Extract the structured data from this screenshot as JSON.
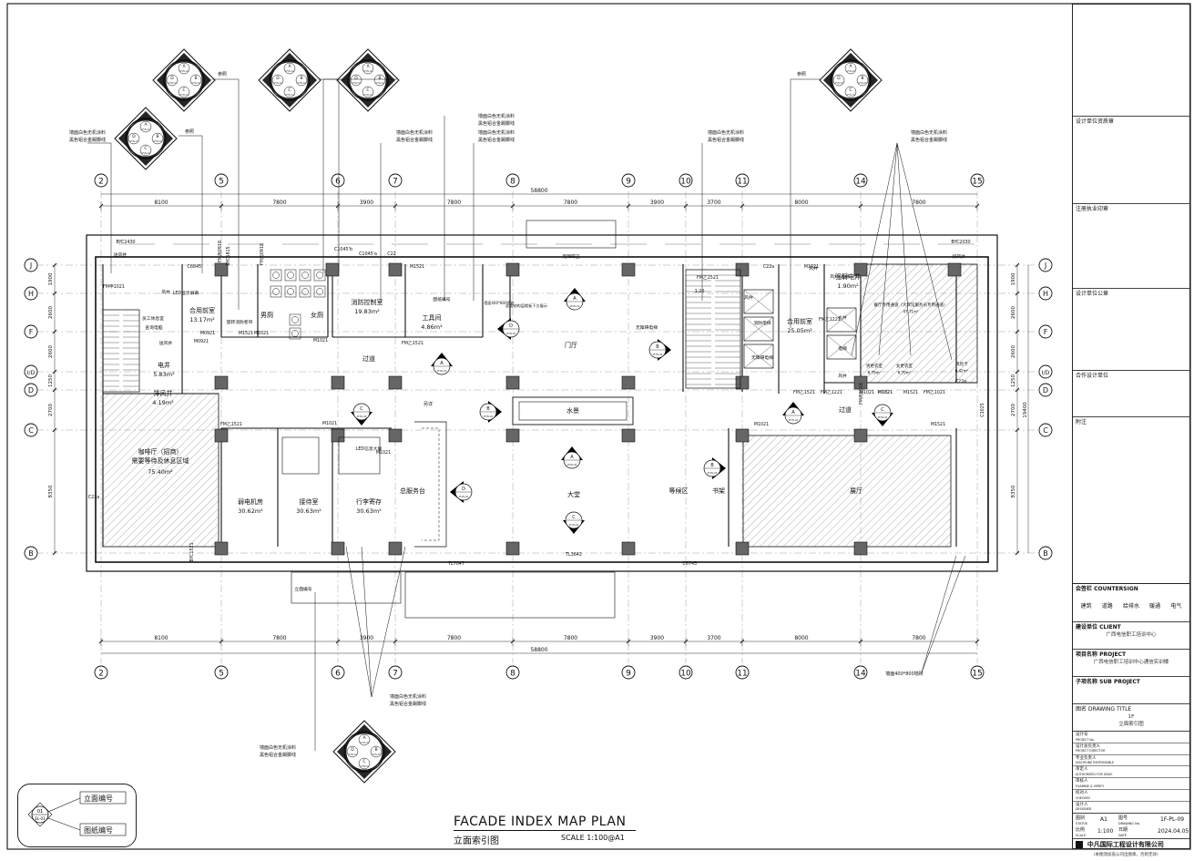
{
  "drawing": {
    "title_en": "FACADE INDEX MAP PLAN",
    "title_cn": "立面索引图",
    "scale": "SCALE 1:100@A1"
  },
  "grid_columns": [
    "2",
    "5",
    "6",
    "7",
    "8",
    "9",
    "10",
    "11",
    "14",
    "15"
  ],
  "grid_rows": [
    "J",
    "H",
    "F",
    "I/D",
    "D",
    "C",
    "B"
  ],
  "dims_top": [
    "8100",
    "7800",
    "3900",
    "7800",
    "7800",
    "3900",
    "3700",
    "8000",
    "7800"
  ],
  "dims_top_total": "58800",
  "dims_bottom": [
    "8100",
    "7800",
    "3900",
    "7800",
    "7800",
    "3900",
    "3700",
    "8000",
    "7800"
  ],
  "dims_bottom_total": "58800",
  "dims_left": [
    "1900",
    "2600",
    "2600",
    "1250",
    "2700",
    "8350"
  ],
  "dims_right": [
    "1900",
    "2600",
    "2600",
    "1250",
    "2700",
    "8350"
  ],
  "dims_right_total": "19400",
  "rooms": [
    {
      "name": "合用前室",
      "area": "13.17m²"
    },
    {
      "name": "男厕",
      "area": ""
    },
    {
      "name": "女厕",
      "area": ""
    },
    {
      "name": "消防控制室",
      "area": "19.83m²"
    },
    {
      "name": "工具间",
      "area": "4.86m²"
    },
    {
      "name": "门厅",
      "area": ""
    },
    {
      "name": "水景",
      "area": ""
    },
    {
      "name": "过道",
      "area": ""
    },
    {
      "name": "过道",
      "area": ""
    },
    {
      "name": "合用前室",
      "area": "25.05m²"
    },
    {
      "name": "餐厅专用通道（大宾馆服务员专用通道）",
      "area": "47.71m²"
    },
    {
      "name": "男更衣室",
      "area": "6.79m²"
    },
    {
      "name": "女更衣室",
      "area": "6.79m²"
    },
    {
      "name": "风险卡",
      "area": "6.42m²"
    },
    {
      "name": "咖啡厅（招商）需要等待及休息区域",
      "area": "75.40m²"
    },
    {
      "name": "弱电机房",
      "area": "30.62m²"
    },
    {
      "name": "接待室",
      "area": "30.63m²"
    },
    {
      "name": "行李寄存",
      "area": "30.63m²"
    },
    {
      "name": "总服务台",
      "area": ""
    },
    {
      "name": "大堂",
      "area": ""
    },
    {
      "name": "等候区",
      "area": ""
    },
    {
      "name": "书架",
      "area": ""
    },
    {
      "name": "展厅",
      "area": ""
    },
    {
      "name": "电井",
      "area": "5.83m²"
    },
    {
      "name": "排风井",
      "area": "4.19m²"
    },
    {
      "name": "强弱电井",
      "area": "1.90m²"
    }
  ],
  "small_labels": [
    "BYC2430",
    "BYC2030",
    "送风井",
    "排风井",
    "风井",
    "送风井",
    "风井",
    "风井",
    "风井",
    "风井",
    "风井",
    "水井",
    "电梯",
    "消防电梯",
    "无障碍电梯",
    "无障碍电梯",
    "LED信息大屏",
    "员工休息室",
    "旋转消防卷帘",
    "无障碍卫",
    "TL3642",
    "TL7047",
    "C6745'",
    "C6845'",
    "M1521",
    "M1521",
    "M1021",
    "M1021",
    "M1021",
    "M1021",
    "M1021",
    "M1021",
    "M1521",
    "M1521",
    "M1521",
    "M1021",
    "M1021",
    "M0921",
    "M0921",
    "FM乙1521",
    "FM乙1521",
    "FM乙1021",
    "FM乙1521",
    "FM乙1521",
    "FM甲1021",
    "FM乙1221",
    "FM乙1221",
    "FM丙0918",
    "FM丙0918",
    "FM丙0918",
    "C1045'b",
    "C1045'a",
    "C22",
    "C22a",
    "C22a",
    "C22a",
    "C1025",
    "BYC5815",
    "BYC1521",
    "BYC1025",
    "BYC1002",
    "BYC4543",
    "墙面白色无机涂料",
    "黑色铝合金踢脚线",
    "参照",
    "图纸编号",
    "立面编号",
    "墙面400*800墙砖",
    "LED显示屏幕",
    "1:20",
    "查询电脑",
    "上",
    "上",
    "下"
  ],
  "annotations": {
    "a1": "参照",
    "a2": "墙面白色无机涂料",
    "a3": "黑色铝合金踢脚线",
    "a4": "参照",
    "a5": "墙面白色无机涂料",
    "a6": "黑色铝合金踢脚线",
    "a7": "墙面白色无机涂料",
    "a8": "黑色铝合金踢脚线",
    "a9": "墙面白色无机涂料",
    "a10": "黑色铝合金踢脚线",
    "a11": "墙面白色无机涂料",
    "a12": "黑色铝合金踢脚线",
    "a13": "参照",
    "a14": "墙面白色无机涂料",
    "a15": "黑色铝合金踢脚线",
    "a16": "墙面白色无机涂料",
    "a17": "黑色铝合金踢脚线",
    "a18": "墙面白色无机涂料",
    "a19": "黑色铝合金踢脚线",
    "a20": "墙面400*800墙砖",
    "a21": "走道结构层楼板下方展示",
    "a22": "另详"
  },
  "index_marker": {
    "letters": [
      "A",
      "B",
      "C",
      "D"
    ],
    "sheet": "1F-EL-01"
  },
  "legend": {
    "code_top": "01",
    "code_bottom": "EL-01",
    "label_elevation": "立面编号",
    "label_sheet": "图纸编号"
  },
  "title_block": {
    "seal_design": "设计单位资质章",
    "seal_reg": "注册执业印章",
    "seal_company": "设计单位公章",
    "coop_unit": "合作设计单位",
    "remarks": "附注",
    "countersign": "会签栏 COUNTERSIGN",
    "disciplines": [
      "建筑",
      "道路",
      "给排水",
      "暖通",
      "电气"
    ],
    "client_label": "建设单位 CLIENT",
    "client_value": "广西电信职工培训中心",
    "project_label": "项目名称 PROJECT",
    "project_value": "广西电信职工培训中心通信实训楼",
    "subproject_label": "子项名称 SUB PROJECT",
    "subproject_value": "",
    "drawing_title_label": "图名 DRAWING TITLE",
    "drawing_title_value1": "1F",
    "drawing_title_value2": "立面索引图",
    "roles": [
      {
        "cn": "设计号",
        "en": "PROJECT No."
      },
      {
        "cn": "设计总负责人",
        "en": "PROJECT DIRECTOR"
      },
      {
        "cn": "专业负责人",
        "en": "DISCIPLINE RESPONSIBLE"
      },
      {
        "cn": "审定人",
        "en": "AUTHORIZED FOR ISSUE"
      },
      {
        "cn": "审核人",
        "en": "EXAMINE & VERIFY"
      },
      {
        "cn": "校对人",
        "en": "CHECKED"
      },
      {
        "cn": "设计人",
        "en": "DESIGNED"
      }
    ],
    "status_label": "图别",
    "status_en": "STATUS",
    "status_value": "A1",
    "drawing_no_label": "图号",
    "drawing_no_en": "DRAWING No.",
    "drawing_no_value": "1F-PL-09",
    "scale_label": "比例",
    "scale_en": "SCALE",
    "scale_value": "1:100",
    "date_label": "日期",
    "date_en": "DATE",
    "date_value": "2024.04.05",
    "company": "中凡国际工程设计有限公司"
  },
  "footer_note": "（本图须加盖公司出图章，否则无效）"
}
